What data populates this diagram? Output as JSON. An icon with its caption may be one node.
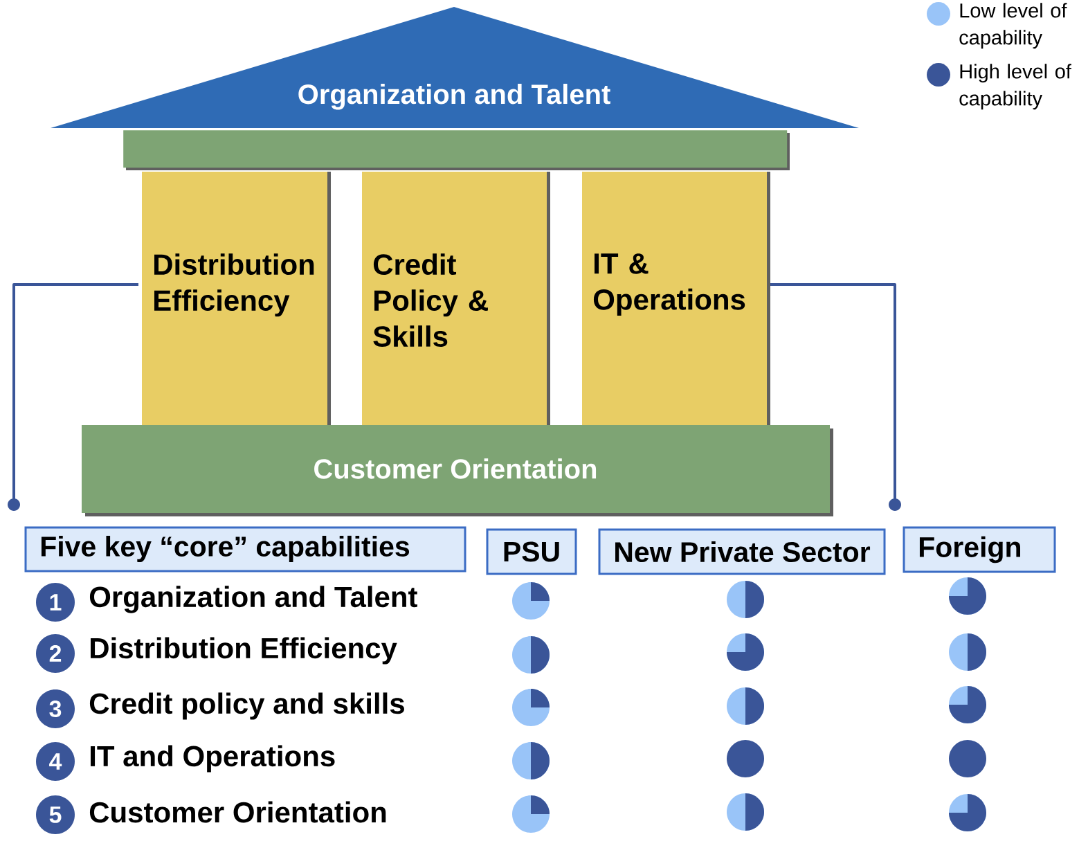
{
  "diagram": {
    "nodes": [
      {
        "text": [
          "Organization and Talent"
        ]
      },
      {
        "text": [],
        "shape": "box"
      },
      {
        "text": [
          "Distribution Efficiency"
        ]
      },
      {
        "text": [
          "Credit Policy & Skills"
        ]
      },
      {
        "text": [
          "IT & Operations"
        ]
      },
      {
        "text": [
          "Customer Orientation"
        ]
      },
      {
        "text": [
          "Five key “core” capabilities"
        ]
      },
      {
        "text": [
          "PSU"
        ]
      },
      {
        "text": [
          "New Private Sector"
        ]
      },
      {
        "text": [
          "Foreign"
        ]
      },
      {
        "text": [
          "1"
        ]
      },
      {
        "text": [
          "2"
        ]
      },
      {
        "text": [
          "3"
        ]
      },
      {
        "text": [
          "4"
        ]
      },
      {
        "text": [
          "5"
        ]
      },
      {
        "text": [],
        "shape": "circle"
      },
      {
        "text": [],
        "shape": "circle"
      },
      {
        "text": [],
        "shape": "circle"
      },
      {
        "text": [],
        "shape": "circle"
      },
      {
        "text": [],
        "shape": "circle"
      },
      {
        "text": [],
        "shape": "circle"
      },
      {
        "text": [],
        "shape": "circle"
      },
      {
        "text": [],
        "shape": "circle"
      },
      {
        "text": [],
        "shape": "circle"
      },
      {
        "text": [],
        "shape": "circle"
      },
      {
        "text": [],
        "shape": "circle"
      },
      {
        "text": [],
        "shape": "circle"
      },
      {
        "text": [],
        "shape": "circle"
      },
      {
        "text": [],
        "shape": "circle"
      },
      {
        "text": [],
        "shape": "circle"
      }
    ],
    "labels": [
      "Organization and Talent",
      "Distribution Efficiency",
      "Credit policy and skills",
      "IT and Operations",
      "Customer Orientation"
    ],
    "legend": [
      {
        "text": "Low level of capability",
        "color": "#99c4f8"
      },
      {
        "text": "High level of capability",
        "color": "#3a5598"
      }
    ]
  }
}
